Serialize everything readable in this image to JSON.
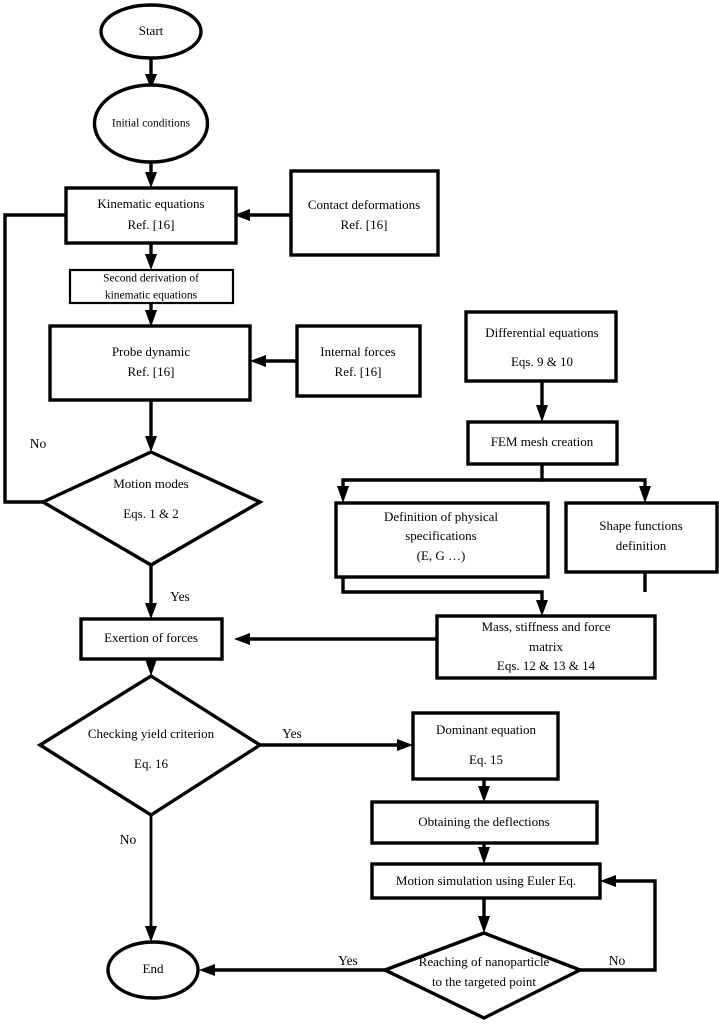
{
  "chart_data": {
    "type": "diagram",
    "title": "",
    "nodes": [
      {
        "id": "start",
        "shape": "ellipse",
        "lines": [
          "Start"
        ]
      },
      {
        "id": "init",
        "shape": "ellipse",
        "lines": [
          "Initial conditions"
        ]
      },
      {
        "id": "kinematic",
        "shape": "rect",
        "lines": [
          "Kinematic equations",
          "Ref. [16]"
        ]
      },
      {
        "id": "contact",
        "shape": "rect",
        "lines": [
          "Contact deformations",
          "Ref. [16]"
        ]
      },
      {
        "id": "secondderiv",
        "shape": "rect",
        "lines": [
          "Second derivation of",
          "kinematic equations"
        ]
      },
      {
        "id": "probe",
        "shape": "rect",
        "lines": [
          "Probe dynamic",
          "Ref. [16]"
        ]
      },
      {
        "id": "internal",
        "shape": "rect",
        "lines": [
          "Internal forces",
          "Ref. [16]"
        ]
      },
      {
        "id": "motion",
        "shape": "diamond",
        "lines": [
          "Motion modes",
          "Eqs. 1 & 2"
        ]
      },
      {
        "id": "diffeq",
        "shape": "rect",
        "lines": [
          "Differential equations",
          "Eqs. 9 & 10"
        ]
      },
      {
        "id": "fem",
        "shape": "rect",
        "lines": [
          "FEM mesh creation"
        ]
      },
      {
        "id": "physdef",
        "shape": "rect",
        "lines": [
          "Definition of physical",
          "specifications",
          "(E, G …)"
        ]
      },
      {
        "id": "shapefunc",
        "shape": "rect",
        "lines": [
          "Shape functions",
          "definition"
        ]
      },
      {
        "id": "massmatrix",
        "shape": "rect",
        "lines": [
          "Mass, stiffness and force",
          "matrix",
          "Eqs. 12 & 13 & 14"
        ]
      },
      {
        "id": "exertion",
        "shape": "rect",
        "lines": [
          "Exertion of forces"
        ]
      },
      {
        "id": "yield",
        "shape": "diamond",
        "lines": [
          "Checking yield criterion",
          "Eq. 16"
        ]
      },
      {
        "id": "dominant",
        "shape": "rect",
        "lines": [
          "Dominant equation",
          "Eq. 15"
        ]
      },
      {
        "id": "deflect",
        "shape": "rect",
        "lines": [
          "Obtaining the deflections"
        ]
      },
      {
        "id": "euler",
        "shape": "rect",
        "lines": [
          "Motion simulation using Euler Eq."
        ]
      },
      {
        "id": "reaching",
        "shape": "diamond",
        "lines": [
          "Reaching of nanoparticle",
          "to the targeted point"
        ]
      },
      {
        "id": "end",
        "shape": "ellipse",
        "lines": [
          "End"
        ]
      }
    ],
    "edges": [
      {
        "from": "start",
        "to": "init",
        "label": ""
      },
      {
        "from": "init",
        "to": "kinematic",
        "label": ""
      },
      {
        "from": "contact",
        "to": "kinematic",
        "label": ""
      },
      {
        "from": "kinematic",
        "to": "secondderiv",
        "label": ""
      },
      {
        "from": "secondderiv",
        "to": "probe",
        "label": ""
      },
      {
        "from": "internal",
        "to": "probe",
        "label": ""
      },
      {
        "from": "probe",
        "to": "motion",
        "label": ""
      },
      {
        "from": "motion",
        "to": "kinematic",
        "label": "No"
      },
      {
        "from": "motion",
        "to": "exertion",
        "label": "Yes"
      },
      {
        "from": "diffeq",
        "to": "fem",
        "label": ""
      },
      {
        "from": "fem",
        "to": "physdef",
        "label": ""
      },
      {
        "from": "fem",
        "to": "shapefunc",
        "label": ""
      },
      {
        "from": "physdef",
        "to": "massmatrix",
        "label": ""
      },
      {
        "from": "shapefunc",
        "to": "massmatrix",
        "label": ""
      },
      {
        "from": "massmatrix",
        "to": "exertion",
        "label": ""
      },
      {
        "from": "exertion",
        "to": "yield",
        "label": ""
      },
      {
        "from": "yield",
        "to": "dominant",
        "label": "Yes"
      },
      {
        "from": "yield",
        "to": "end",
        "label": "No"
      },
      {
        "from": "dominant",
        "to": "deflect",
        "label": ""
      },
      {
        "from": "deflect",
        "to": "euler",
        "label": ""
      },
      {
        "from": "euler",
        "to": "reaching",
        "label": ""
      },
      {
        "from": "reaching",
        "to": "end",
        "label": "Yes"
      },
      {
        "from": "reaching",
        "to": "euler",
        "label": "No"
      }
    ],
    "edge_labels": {
      "motion_no": "No",
      "motion_yes": "Yes",
      "yield_yes": "Yes",
      "yield_no": "No",
      "reaching_yes": "Yes",
      "reaching_no": "No"
    },
    "colors": {
      "stroke": "#000000",
      "fill": "#ffffff",
      "text": "#000000"
    }
  },
  "labels": {
    "start": "Start",
    "init": "Initial conditions",
    "kinematic_l1": "Kinematic equations",
    "kinematic_l2": "Ref. [16]",
    "contact_l1": "Contact deformations",
    "contact_l2": "Ref. [16]",
    "secondderiv_l1": "Second derivation of",
    "secondderiv_l2": "kinematic equations",
    "probe_l1": "Probe dynamic",
    "probe_l2": "Ref. [16]",
    "internal_l1": "Internal forces",
    "internal_l2": "Ref. [16]",
    "motion_l1": "Motion modes",
    "motion_l2": "Eqs. 1 & 2",
    "diffeq_l1": "Differential equations",
    "diffeq_l2": "Eqs. 9 & 10",
    "fem_l1": "FEM mesh creation",
    "physdef_l1": "Definition of physical",
    "physdef_l2": "specifications",
    "physdef_l3": "(E, G …)",
    "shapefunc_l1": "Shape functions",
    "shapefunc_l2": "definition",
    "massmatrix_l1": "Mass, stiffness and force",
    "massmatrix_l2": "matrix",
    "massmatrix_l3": "Eqs. 12 & 13 & 14",
    "exertion_l1": "Exertion of forces",
    "yield_l1": "Checking yield criterion",
    "yield_l2": "Eq. 16",
    "dominant_l1": "Dominant equation",
    "dominant_l2": "Eq. 15",
    "deflect_l1": "Obtaining the deflections",
    "euler_l1": "Motion simulation using Euler Eq.",
    "reaching_l1": "Reaching of nanoparticle",
    "reaching_l2": "to the targeted point",
    "end": "End",
    "motion_no": "No",
    "motion_yes": "Yes",
    "yield_yes": "Yes",
    "yield_no": "No",
    "reaching_yes": "Yes",
    "reaching_no": "No"
  }
}
